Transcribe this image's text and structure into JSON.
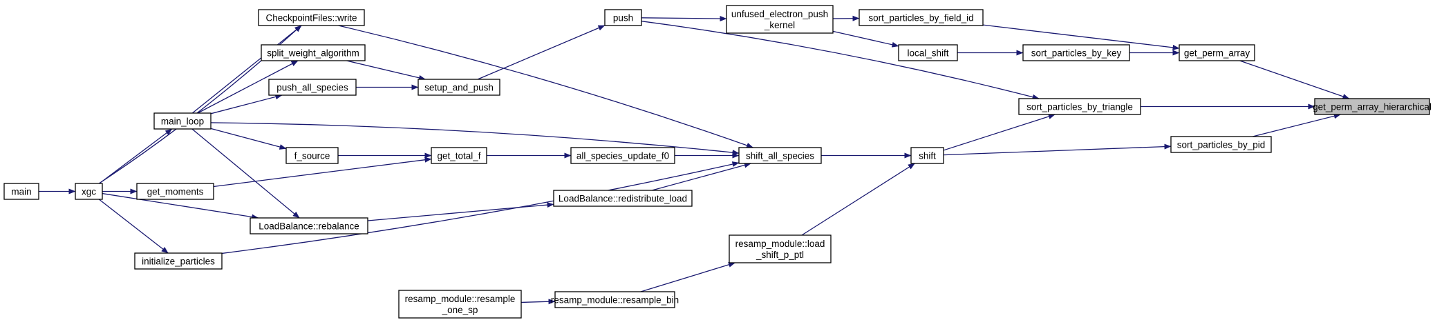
{
  "colors": {
    "edge": "#191970",
    "node_border": "#000000",
    "node_fill": "#ffffff",
    "highlight_fill": "#bfbfbf"
  },
  "nodes": {
    "get_perm_array_hierarchical": {
      "lines": [
        "get_perm_array_hierarchical"
      ],
      "highlight": true
    },
    "get_perm_array": {
      "lines": [
        "get_perm_array"
      ]
    },
    "sort_particles_by_triangle": {
      "lines": [
        "sort_particles_by_triangle"
      ]
    },
    "sort_particles_by_pid": {
      "lines": [
        "sort_particles_by_pid"
      ]
    },
    "sort_particles_by_field_id": {
      "lines": [
        "sort_particles_by_field_id"
      ]
    },
    "sort_particles_by_key": {
      "lines": [
        "sort_particles_by_key"
      ]
    },
    "unfused_electron_push_kernel": {
      "lines": [
        "unfused_electron_push",
        "_kernel"
      ]
    },
    "local_shift": {
      "lines": [
        "local_shift"
      ]
    },
    "push": {
      "lines": [
        "push"
      ]
    },
    "shift": {
      "lines": [
        "shift"
      ]
    },
    "shift_all_species": {
      "lines": [
        "shift_all_species"
      ]
    },
    "resamp_load_shift_p_ptl": {
      "lines": [
        "resamp_module::load",
        "_shift_p_ptl"
      ]
    },
    "setup_and_push": {
      "lines": [
        "setup_and_push"
      ]
    },
    "checkpointfiles_write": {
      "lines": [
        "CheckpointFiles::write"
      ]
    },
    "split_weight_algorithm": {
      "lines": [
        "split_weight_algorithm"
      ]
    },
    "push_all_species": {
      "lines": [
        "push_all_species"
      ]
    },
    "main_loop": {
      "lines": [
        "main_loop"
      ]
    },
    "all_species_update_f0": {
      "lines": [
        "all_species_update_f0"
      ]
    },
    "get_total_f": {
      "lines": [
        "get_total_f"
      ]
    },
    "f_source": {
      "lines": [
        "f_source"
      ]
    },
    "get_moments": {
      "lines": [
        "get_moments"
      ]
    },
    "loadbalance_redistribute_load": {
      "lines": [
        "LoadBalance::redistribute_load"
      ]
    },
    "loadbalance_rebalance": {
      "lines": [
        "LoadBalance::rebalance"
      ]
    },
    "initialize_particles": {
      "lines": [
        "initialize_particles"
      ]
    },
    "resamp_resample_bin": {
      "lines": [
        "resamp_module::resample_bin"
      ]
    },
    "resamp_resample_one_sp": {
      "lines": [
        "resamp_module::resample",
        "_one_sp"
      ]
    },
    "xgc": {
      "lines": [
        "xgc"
      ]
    },
    "main": {
      "lines": [
        "main"
      ]
    }
  },
  "edges": [
    [
      "get_perm_array",
      "get_perm_array_hierarchical"
    ],
    [
      "sort_particles_by_triangle",
      "get_perm_array_hierarchical"
    ],
    [
      "sort_particles_by_pid",
      "get_perm_array_hierarchical"
    ],
    [
      "sort_particles_by_field_id",
      "get_perm_array"
    ],
    [
      "sort_particles_by_key",
      "get_perm_array"
    ],
    [
      "unfused_electron_push_kernel",
      "sort_particles_by_field_id"
    ],
    [
      "local_shift",
      "sort_particles_by_key"
    ],
    [
      "unfused_electron_push_kernel",
      "local_shift"
    ],
    [
      "push",
      "unfused_electron_push_kernel"
    ],
    [
      "push",
      "sort_particles_by_triangle"
    ],
    [
      "shift",
      "sort_particles_by_triangle"
    ],
    [
      "shift",
      "sort_particles_by_pid"
    ],
    [
      "shift_all_species",
      "shift"
    ],
    [
      "resamp_load_shift_p_ptl",
      "shift"
    ],
    [
      "setup_and_push",
      "push"
    ],
    [
      "checkpointfiles_write",
      "shift_all_species"
    ],
    [
      "main_loop",
      "shift_all_species"
    ],
    [
      "all_species_update_f0",
      "shift_all_species"
    ],
    [
      "loadbalance_redistribute_load",
      "shift_all_species"
    ],
    [
      "initialize_particles",
      "shift_all_species"
    ],
    [
      "resamp_resample_bin",
      "resamp_load_shift_p_ptl"
    ],
    [
      "resamp_resample_one_sp",
      "resamp_resample_bin"
    ],
    [
      "split_weight_algorithm",
      "setup_and_push"
    ],
    [
      "push_all_species",
      "setup_and_push"
    ],
    [
      "get_total_f",
      "all_species_update_f0"
    ],
    [
      "f_source",
      "get_total_f"
    ],
    [
      "get_moments",
      "get_total_f"
    ],
    [
      "loadbalance_rebalance",
      "loadbalance_redistribute_load"
    ],
    [
      "main_loop",
      "checkpointfiles_write"
    ],
    [
      "main_loop",
      "split_weight_algorithm"
    ],
    [
      "main_loop",
      "push_all_species"
    ],
    [
      "main_loop",
      "f_source"
    ],
    [
      "main_loop",
      "loadbalance_rebalance"
    ],
    [
      "xgc",
      "checkpointfiles_write"
    ],
    [
      "xgc",
      "main_loop"
    ],
    [
      "xgc",
      "get_moments"
    ],
    [
      "xgc",
      "loadbalance_rebalance"
    ],
    [
      "xgc",
      "initialize_particles"
    ],
    [
      "main",
      "xgc"
    ]
  ]
}
